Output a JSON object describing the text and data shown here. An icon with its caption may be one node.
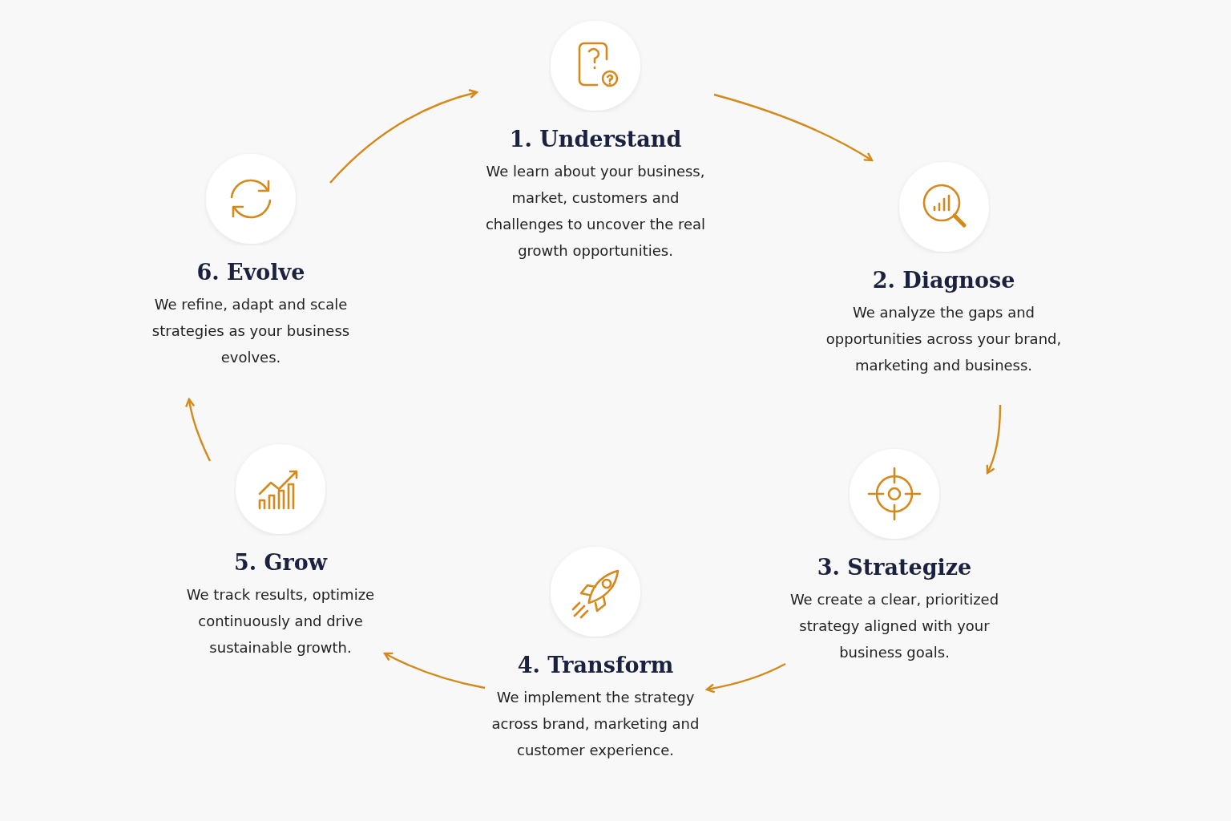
{
  "diagram": {
    "nodes": [
      {
        "text": [
          "1. Understand",
          "We learn about your business, market, customers and challenges to uncover the real growth opportunities."
        ]
      },
      {
        "text": [
          "2. Diagnose",
          "We analyze the gaps and opportunities across your brand, marketing and business."
        ]
      },
      {
        "text": [
          "3. Strategize",
          "We create a clear, prioritized strategy aligned with your business goals."
        ]
      },
      {
        "text": [
          "4. Transform",
          "We implement the strategy across brand, marketing and customer experience."
        ]
      },
      {
        "text": [
          "5. Grow",
          "We track results, optimize continuously and drive sustainable growth."
        ]
      },
      {
        "text": [
          "6. Evolve",
          "We refine, adapt and scale strategies as your business evolves."
        ]
      }
    ],
    "edges": [
      {
        "from": 0,
        "to": 1,
        "arrow": "to"
      },
      {
        "from": 1,
        "to": 2,
        "arrow": "to"
      },
      {
        "from": 2,
        "to": 3,
        "arrow": "to"
      },
      {
        "from": 3,
        "to": 4,
        "arrow": "to"
      },
      {
        "from": 4,
        "to": 5,
        "arrow": "to"
      },
      {
        "from": 5,
        "to": 0,
        "arrow": "to"
      }
    ]
  }
}
